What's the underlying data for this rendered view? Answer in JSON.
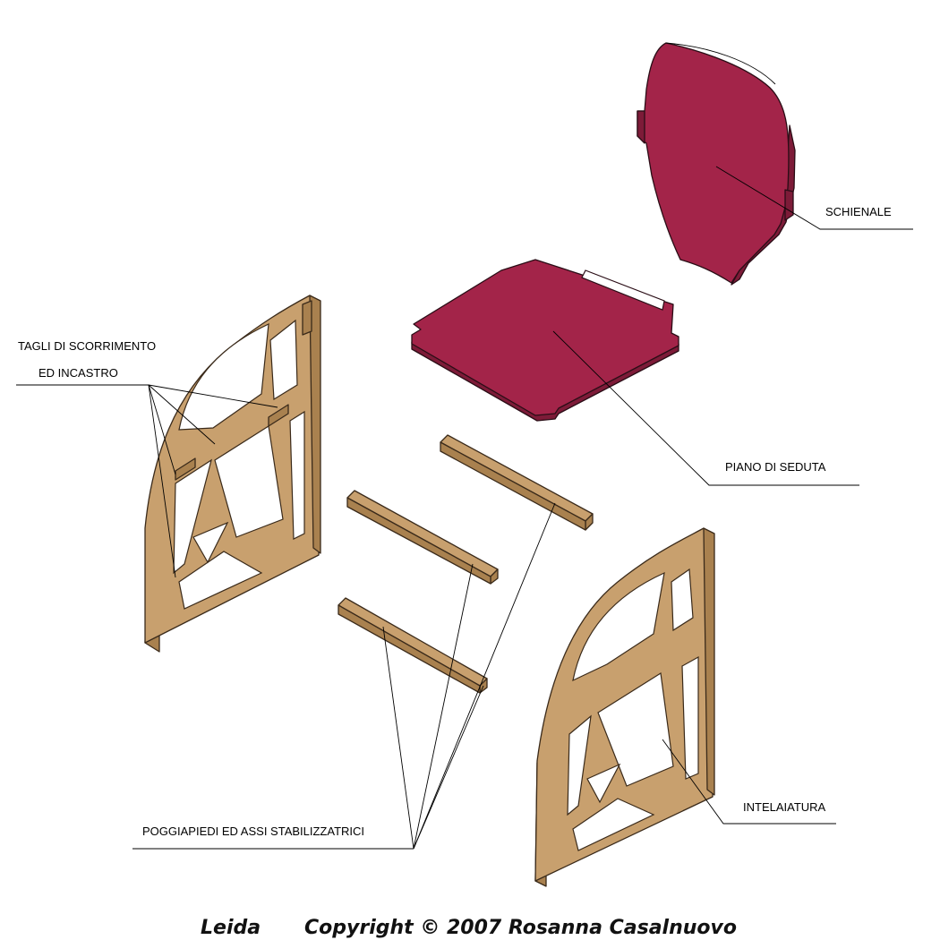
{
  "labels": {
    "schienale": "SCHIENALE",
    "tagli_line1": "TAGLI DI SCORRIMENTO",
    "tagli_line2": "ED INCASTRO",
    "piano_di_seduta": "PIANO DI SEDUTA",
    "poggiapiedi": "POGGIAPIEDI ED ASSI STABILIZZATRICI",
    "intelaiatura": "INTELAIATURA"
  },
  "footer": {
    "name": "Leida",
    "copyright": "Copyright © 2007 Rosanna Casalnuovo"
  },
  "colors": {
    "wood": "#c8a06e",
    "wood_side": "#a9814f",
    "seat": "#a32449",
    "seat_edge": "#7d1b38"
  }
}
